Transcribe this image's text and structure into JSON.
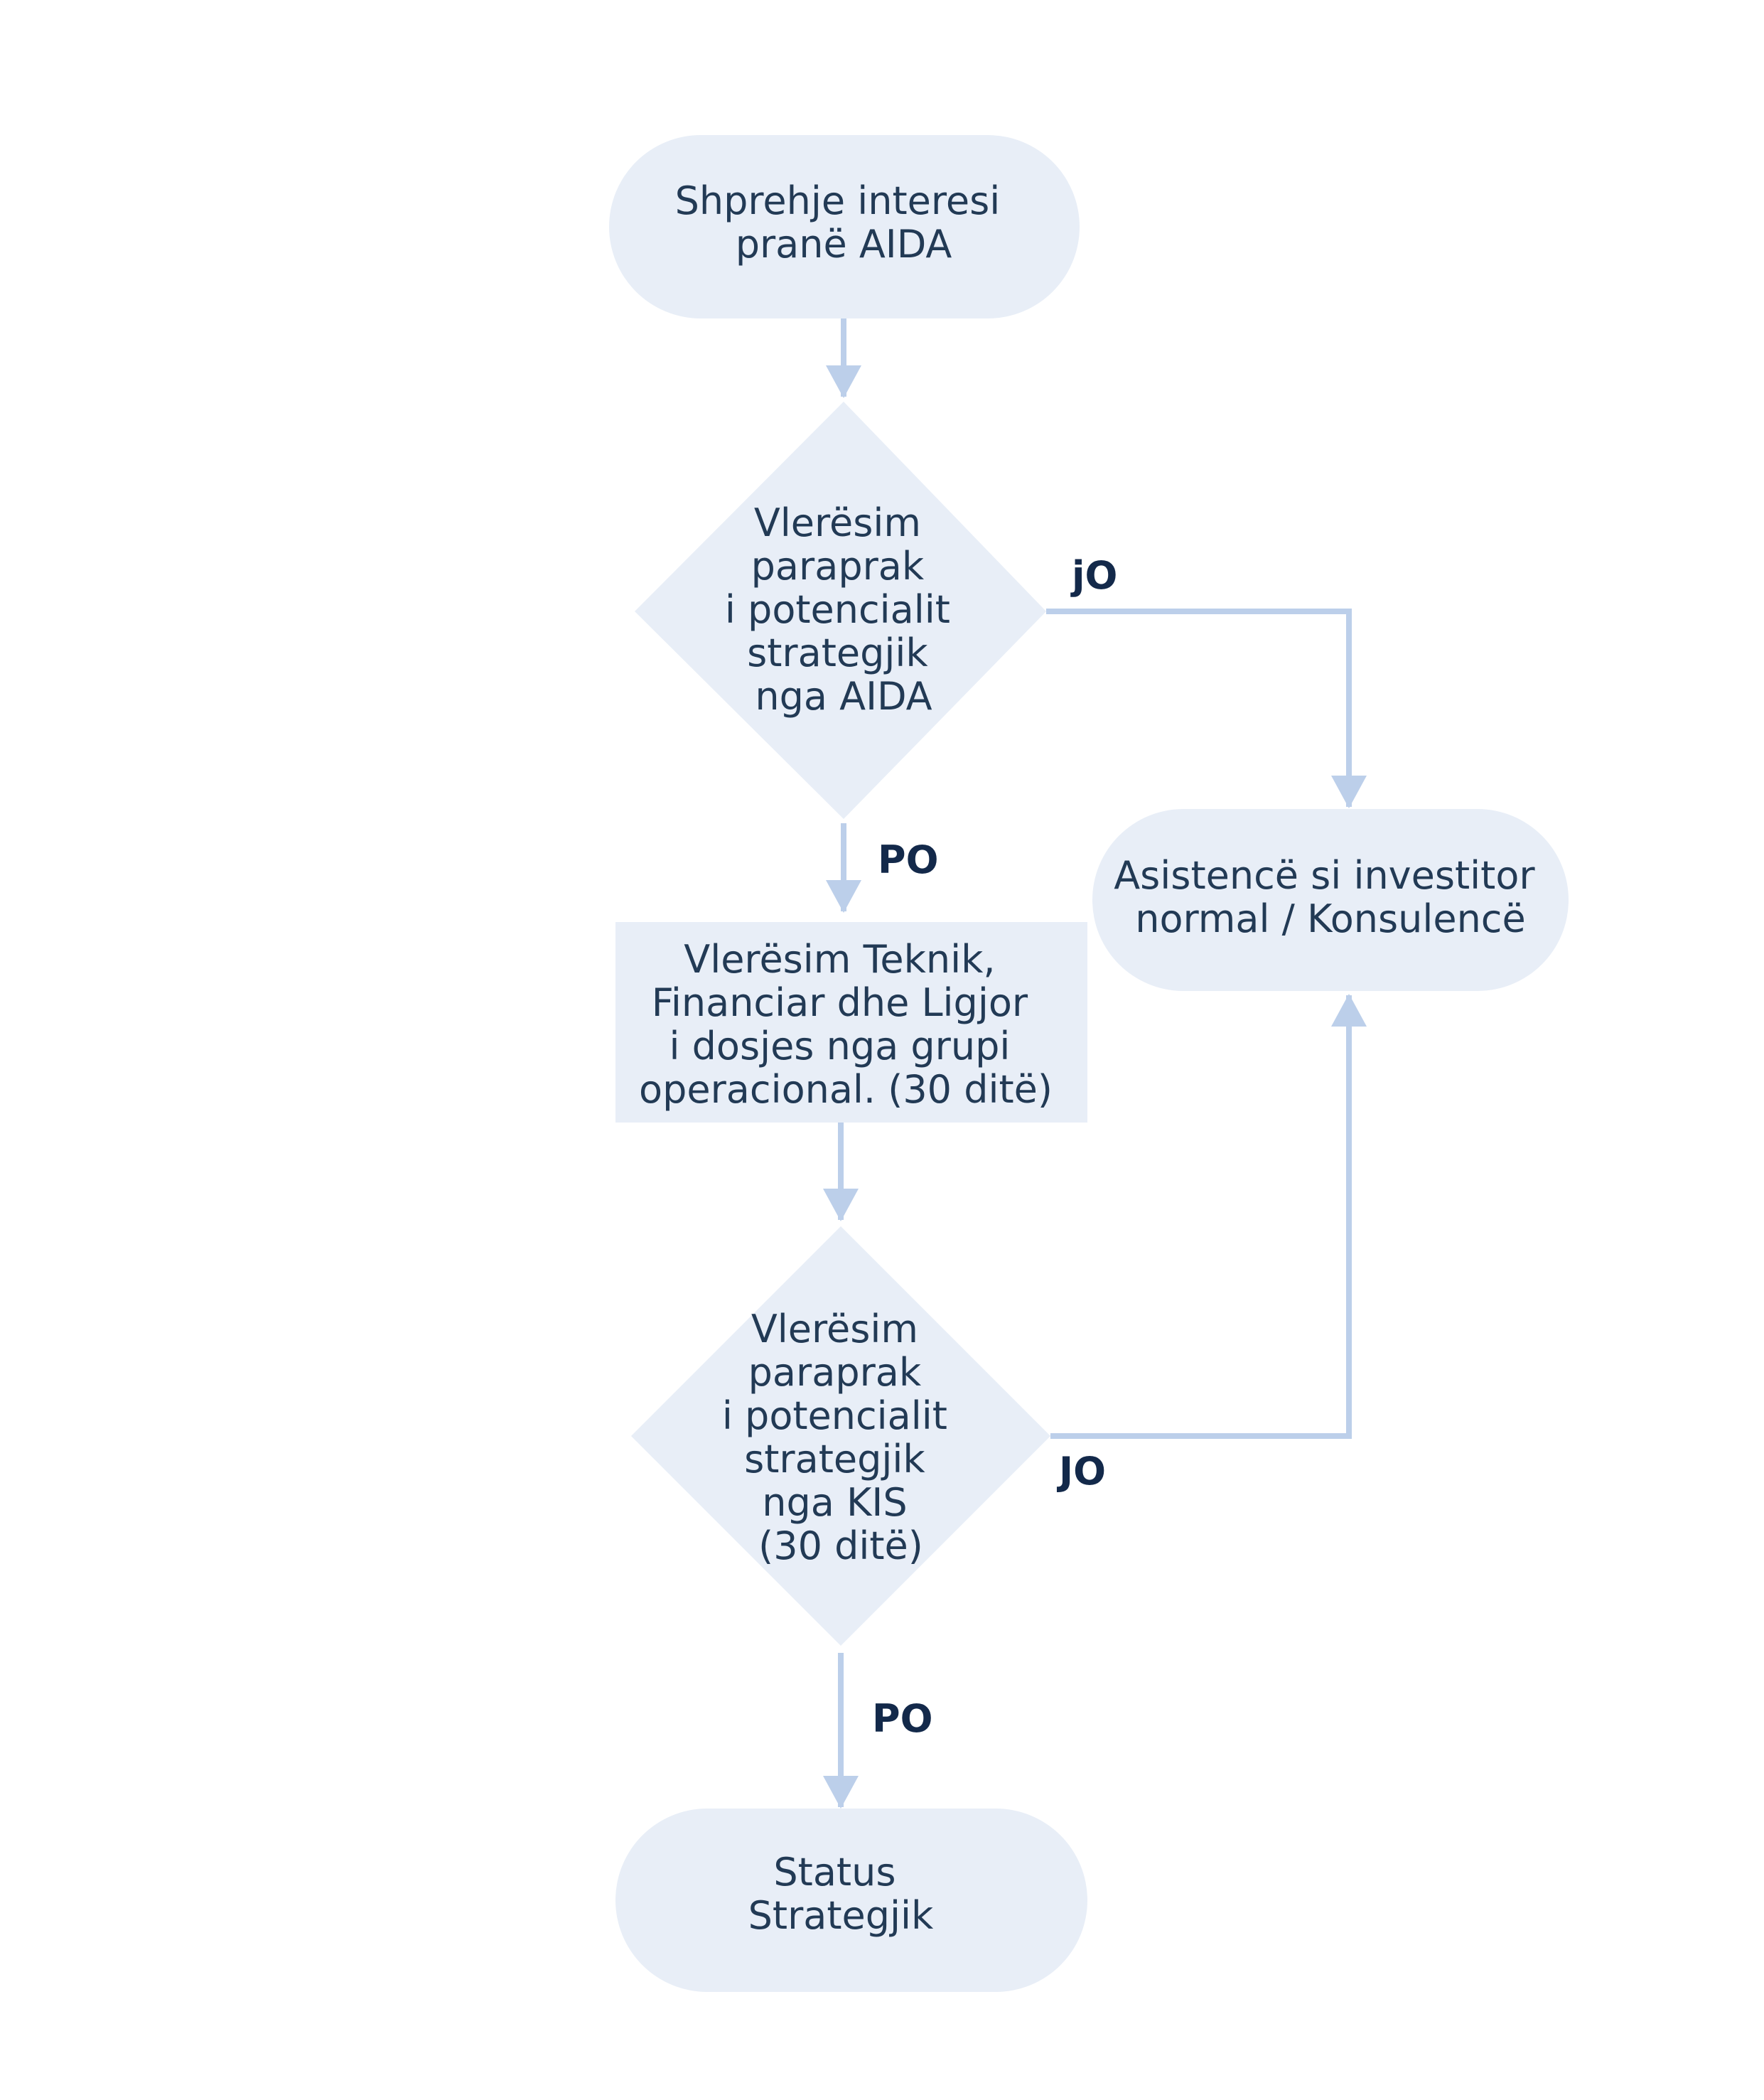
{
  "colors": {
    "node_fill": "#e8eef7",
    "connector": "#bccfea",
    "node_text": "#223a55",
    "edge_label_text": "#13294a",
    "background": "#ffffff"
  },
  "nodes": {
    "start": {
      "shape": "terminal",
      "lines": [
        "Shprehje interesi",
        "pranë AIDA"
      ]
    },
    "decision_aida": {
      "shape": "decision",
      "lines": [
        "Vlerësim",
        "paraprak",
        "i potencialit",
        "strategjik",
        "nga AIDA"
      ]
    },
    "assistance": {
      "shape": "terminal",
      "lines": [
        "Asistencë si investitor",
        "normal / Konsulencë"
      ]
    },
    "assessment": {
      "shape": "process",
      "lines": [
        "Vlerësim Teknik,",
        "Financiar dhe Ligjor",
        "i dosjes nga grupi",
        "operacional. (30 ditë)"
      ]
    },
    "decision_kis": {
      "shape": "decision",
      "lines": [
        "Vlerësim",
        "paraprak",
        "i potencialit",
        "strategjik",
        "nga KIS",
        "(30 ditë)"
      ]
    },
    "end": {
      "shape": "terminal",
      "lines": [
        "Status",
        "Strategjik"
      ]
    }
  },
  "edges": {
    "start_to_aida": {
      "from": "start",
      "to": "decision_aida",
      "label": ""
    },
    "aida_no": {
      "from": "decision_aida",
      "to": "assistance",
      "label": "jO"
    },
    "aida_yes": {
      "from": "decision_aida",
      "to": "assessment",
      "label": "PO"
    },
    "assessment_to_kis": {
      "from": "assessment",
      "to": "decision_kis",
      "label": ""
    },
    "kis_no": {
      "from": "decision_kis",
      "to": "assistance",
      "label": "JO"
    },
    "kis_yes": {
      "from": "decision_kis",
      "to": "end",
      "label": "PO"
    }
  }
}
